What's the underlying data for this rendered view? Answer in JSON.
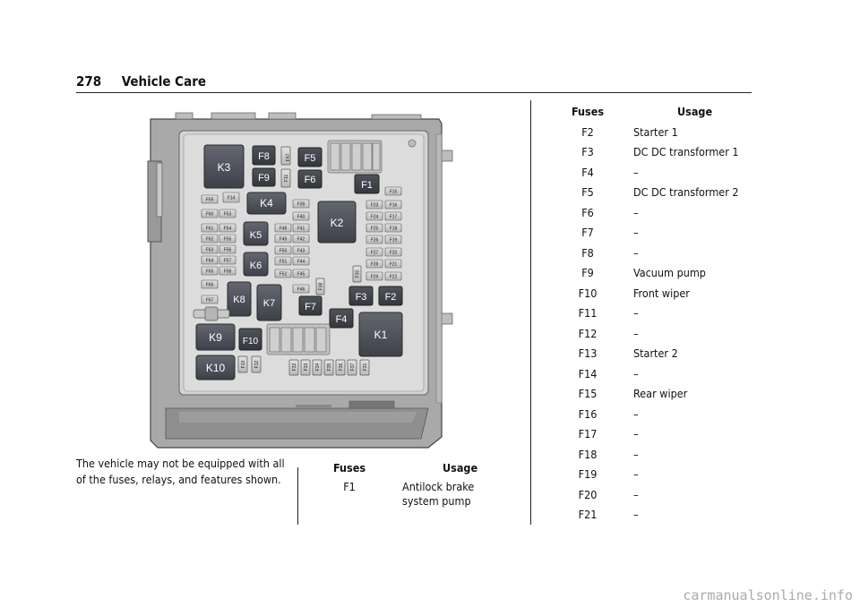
{
  "header": {
    "page_number": "278",
    "section_title": "Vehicle Care"
  },
  "note": "The vehicle may not be equipped with all of the fuses, relays, and features shown.",
  "diagram": {
    "labels": [
      "K3",
      "F8",
      "F9",
      "F5",
      "F6",
      "F1",
      "F47",
      "F11",
      "F59",
      "F14",
      "K4",
      "F39",
      "F40",
      "F60",
      "F53",
      "F61",
      "F54",
      "F62",
      "F55",
      "F63",
      "F56",
      "F64",
      "F57",
      "F65",
      "F58",
      "F66",
      "F67",
      "K5",
      "K6",
      "F48",
      "F41",
      "F49",
      "F42",
      "F50",
      "F43",
      "F51",
      "F44",
      "F52",
      "F45",
      "F46",
      "F38",
      "K2",
      "F15",
      "F16",
      "F17",
      "F18",
      "F19",
      "F20",
      "F21",
      "F22",
      "F23",
      "F24",
      "F25",
      "F26",
      "F27",
      "F28",
      "F29",
      "F30",
      "F3",
      "F2",
      "F7",
      "F4",
      "K8",
      "K7",
      "K1",
      "K9",
      "F10",
      "K10",
      "F13",
      "F12",
      "F32",
      "F33",
      "F34",
      "F35",
      "F36",
      "F37",
      "F31"
    ]
  },
  "table_left": {
    "headers": {
      "fuses": "Fuses",
      "usage": "Usage"
    },
    "rows": [
      {
        "fuse": "F1",
        "usage": "Antilock brake system pump"
      }
    ]
  },
  "table_right": {
    "headers": {
      "fuses": "Fuses",
      "usage": "Usage"
    },
    "rows": [
      {
        "fuse": "F2",
        "usage": "Starter 1"
      },
      {
        "fuse": "F3",
        "usage": "DC DC transformer 1"
      },
      {
        "fuse": "F4",
        "usage": "–"
      },
      {
        "fuse": "F5",
        "usage": "DC DC transformer 2"
      },
      {
        "fuse": "F6",
        "usage": "–"
      },
      {
        "fuse": "F7",
        "usage": "–"
      },
      {
        "fuse": "F8",
        "usage": "–"
      },
      {
        "fuse": "F9",
        "usage": "Vacuum pump"
      },
      {
        "fuse": "F10",
        "usage": "Front wiper"
      },
      {
        "fuse": "F11",
        "usage": "–"
      },
      {
        "fuse": "F12",
        "usage": "–"
      },
      {
        "fuse": "F13",
        "usage": "Starter 2"
      },
      {
        "fuse": "F14",
        "usage": "–"
      },
      {
        "fuse": "F15",
        "usage": "Rear wiper"
      },
      {
        "fuse": "F16",
        "usage": "–"
      },
      {
        "fuse": "F17",
        "usage": "–"
      },
      {
        "fuse": "F18",
        "usage": "–"
      },
      {
        "fuse": "F19",
        "usage": "–"
      },
      {
        "fuse": "F20",
        "usage": "–"
      },
      {
        "fuse": "F21",
        "usage": "–"
      }
    ]
  },
  "footer": {
    "watermark": "carmanualsonline.info"
  }
}
